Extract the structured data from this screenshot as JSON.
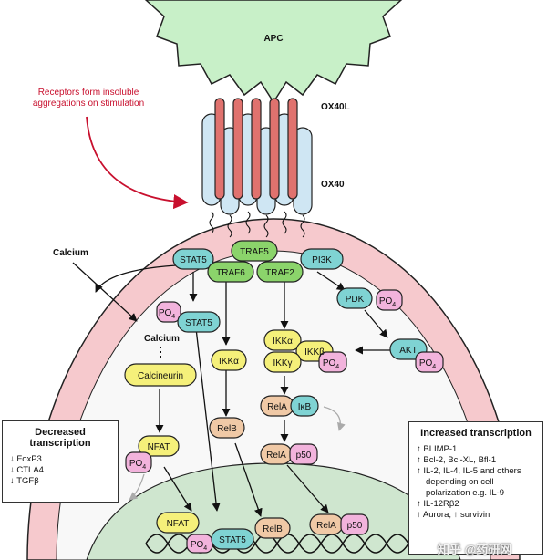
{
  "apc_label": "APC",
  "ox40l_label": "OX40L",
  "ox40_label": "OX40",
  "note": [
    "Receptors form insoluble",
    "aggregations on stimulation"
  ],
  "calcium_outside": "Calcium",
  "calcium_inside": "Calcium",
  "nodes": {
    "stat5_top": "STAT5",
    "traf5": "TRAF5",
    "traf6": "TRAF6",
    "traf2": "TRAF2",
    "pi3k": "PI3K",
    "stat5_mid": "STAT5",
    "po4": "PO",
    "po4_sub": "4",
    "pdk": "PDK",
    "calcineurin": "Calcineurin",
    "ikka_left": "IKKα",
    "ikka": "IKKα",
    "ikkb": "IKKβ",
    "ikkg": "IKKγ",
    "akt": "AKT",
    "rela": "RelA",
    "ikb": "IκB",
    "relb": "RelB",
    "nfat": "NFAT",
    "p50": "p50",
    "nfat_nuc": "NFAT",
    "stat5_nuc": "STAT5",
    "relb_nuc": "RelB",
    "rela_nuc": "RelA",
    "p50_nuc": "p50"
  },
  "decreased": {
    "title": "Decreased transcription",
    "items": [
      "↓ FoxP3",
      "↓ CTLA4",
      "↓ TGFβ"
    ]
  },
  "increased": {
    "title": "Increased transcription",
    "items": [
      "↑ BLIMP-1",
      "↑ Bcl-2, Bcl-XL, Bfl-1",
      "↑ IL-2, IL-4, IL-5 and others",
      "depending on cell",
      "polarization e.g. IL-9",
      "↑ IL-12Rβ2",
      "↑ Aurora, ↑ survivin"
    ]
  },
  "watermark": "知乎 @药研网",
  "colors": {
    "apc": "#c8f0c8",
    "membrane": "#f6c9cd",
    "nucleus": "#cfe6cf",
    "stat": "#7fd3d3",
    "traf": "#8bd46b",
    "yellow": "#f5f07a",
    "po4": "#f2b3dc",
    "tan": "#f0c9a6",
    "receptor_blue": "#cfe6f3",
    "receptor_red": "#e0726e",
    "arrow_red": "#c8102e"
  }
}
